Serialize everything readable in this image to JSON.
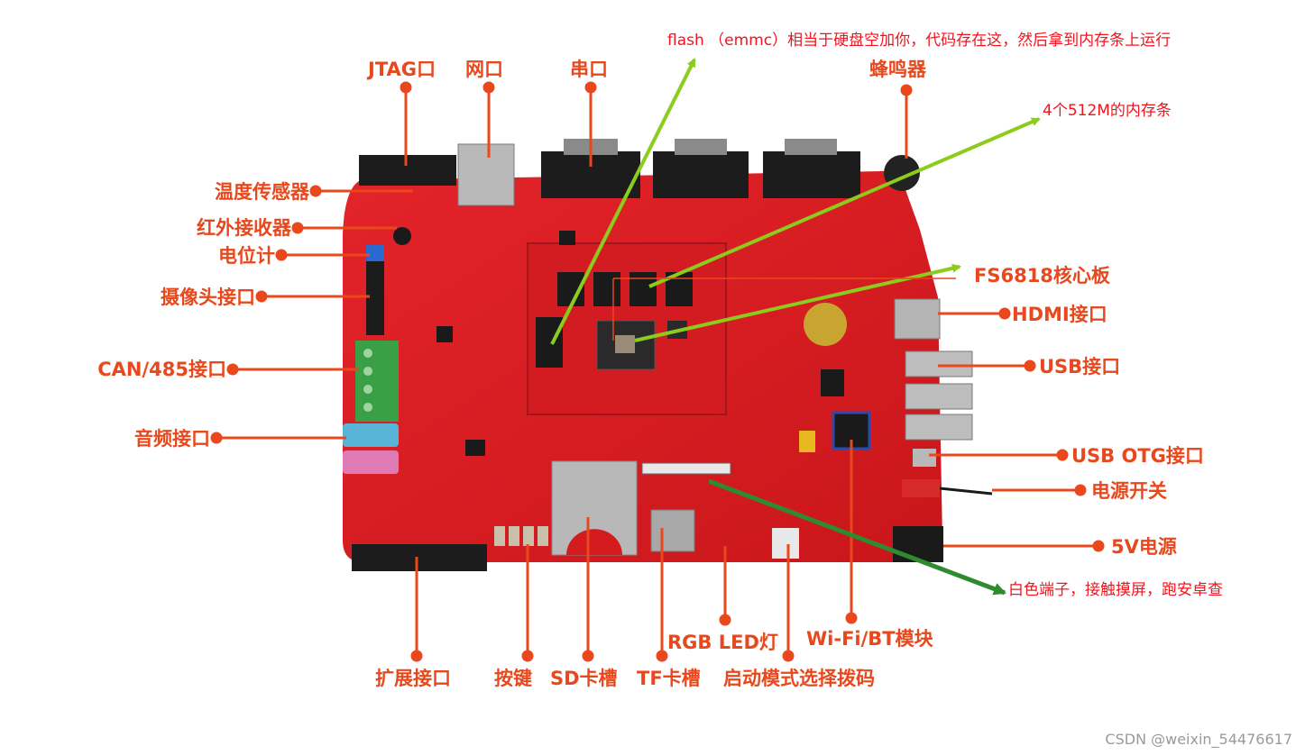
{
  "labels": {
    "jtag": "JTAG口",
    "network": "网口",
    "serial": "串口",
    "buzzer": "蜂鸣器",
    "temp_sensor": "温度传感器",
    "ir_receiver": "红外接收器",
    "potentiometer": "电位计",
    "camera": "摄像头接口",
    "can485": "CAN/485接口",
    "audio": "音频接口",
    "core_board": "FS6818核心板",
    "hdmi": "HDMI接口",
    "usb": "USB接口",
    "usb_otg": "USB OTG接口",
    "power_switch": "电源开关",
    "power_5v": "5V电源",
    "expansion": "扩展接口",
    "button": "按键",
    "sd_slot": "SD卡槽",
    "tf_slot": "TF卡槽",
    "rgb_led": "RGB LED灯",
    "boot_dip": "启动模式选择拨码",
    "wifi_bt": "Wi-Fi/BT模块"
  },
  "notes": {
    "flash": "flash （emmc）相当于硬盘空加你，代码存在这，然后拿到内存条上运行",
    "ram": "4个512M的内存条",
    "touch": "白色端子，接触摸屏，跑安卓查"
  },
  "watermark": "CSDN @weixin_54476617",
  "colors": {
    "label": "#e8481c",
    "note": "#f0141e",
    "board": "#dc1a1c",
    "green_arrow": "#8ccc1c",
    "dark_green_arrow": "#2e8b2e"
  }
}
